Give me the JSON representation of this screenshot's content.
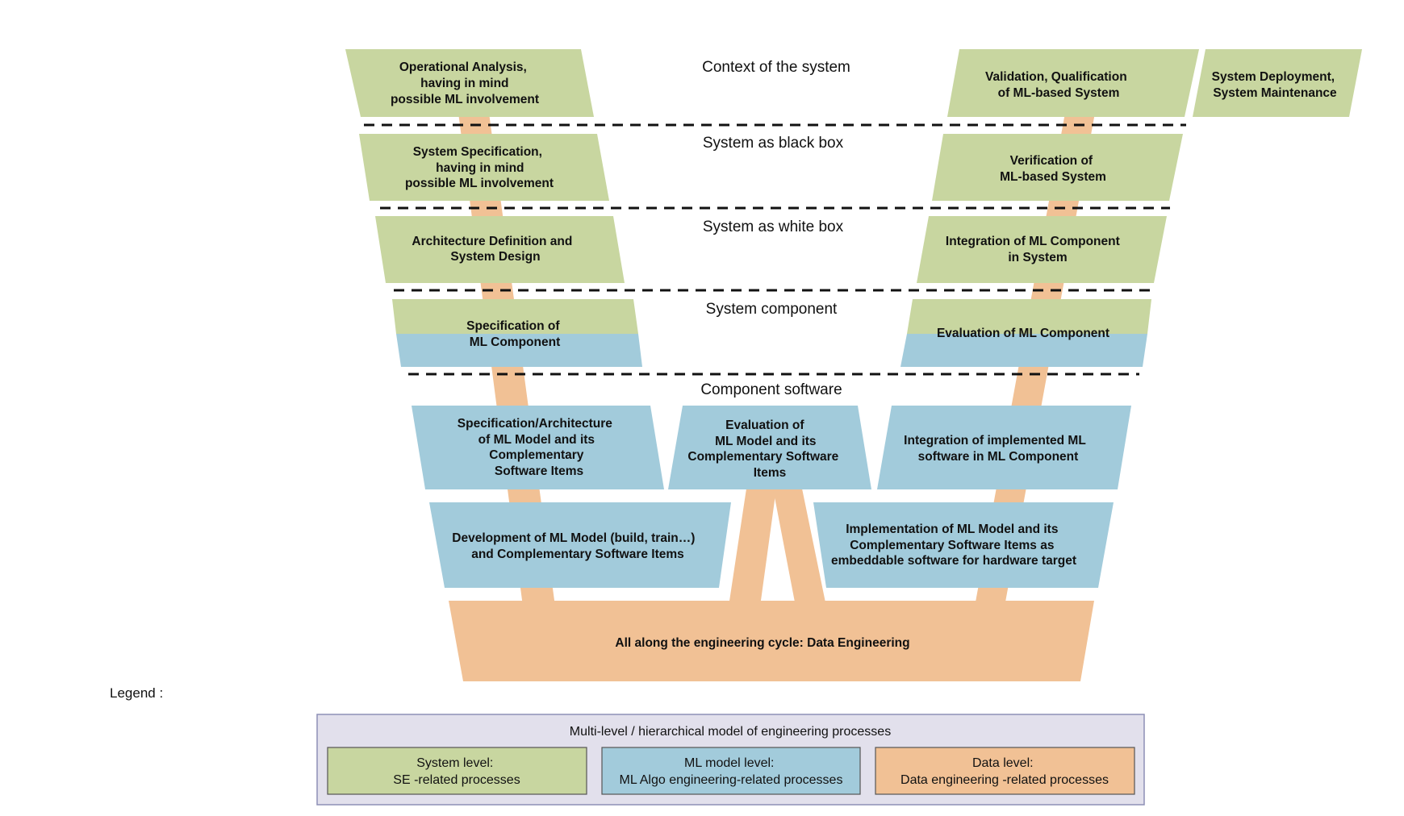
{
  "colors": {
    "system_level": "#c8d6a0",
    "ml_level": "#a2cbdb",
    "data_level": "#f1c195",
    "legend_bg": "#e2e0ec",
    "legend_border": "#8d8fb6"
  },
  "levels": {
    "context": "Context of the system",
    "black_box": "System as black box",
    "white_box": "System as white box",
    "component": "System component",
    "software": "Component software"
  },
  "boxes": {
    "operational_analysis": [
      "Operational Analysis,",
      "having in mind",
      "possible ML involvement"
    ],
    "validation_qualification": [
      "Validation, Qualification",
      "of ML-based System"
    ],
    "deployment_maintenance": [
      "System Deployment,",
      "System Maintenance"
    ],
    "system_specification": [
      "System Specification,",
      "having in mind",
      "possible ML involvement"
    ],
    "verification": [
      "Verification of",
      "ML-based System"
    ],
    "architecture_definition": [
      "Architecture Definition and",
      "System Design"
    ],
    "integration_ml_component": [
      "Integration of ML Component",
      "in System"
    ],
    "specification_ml_component": [
      "Specification of",
      "ML Component"
    ],
    "evaluation_ml_component": [
      "Evaluation of ML Component"
    ],
    "spec_architecture_ml_model": [
      "Specification/Architecture",
      "of ML Model and its",
      "Complementary",
      "Software Items"
    ],
    "evaluation_ml_model": [
      "Evaluation of",
      "ML Model and its",
      "Complementary Software",
      "Items"
    ],
    "integration_implemented_ml": [
      "Integration of implemented ML",
      "software in ML Component"
    ],
    "development_ml_model": [
      "Development of ML Model (build, train…)",
      "and Complementary Software Items"
    ],
    "implementation_ml_model": [
      "Implementation of ML Model and its",
      "Complementary Software Items as",
      "embeddable software for hardware target"
    ],
    "data_engineering": [
      "All along the engineering cycle: Data Engineering"
    ]
  },
  "legend": {
    "label": "Legend :",
    "title": "Multi-level / hierarchical model of engineering processes",
    "system": [
      "System level:",
      "SE -related processes"
    ],
    "ml": [
      "ML model level:",
      "ML Algo engineering-related processes"
    ],
    "data": [
      "Data level:",
      "Data engineering -related processes"
    ]
  }
}
